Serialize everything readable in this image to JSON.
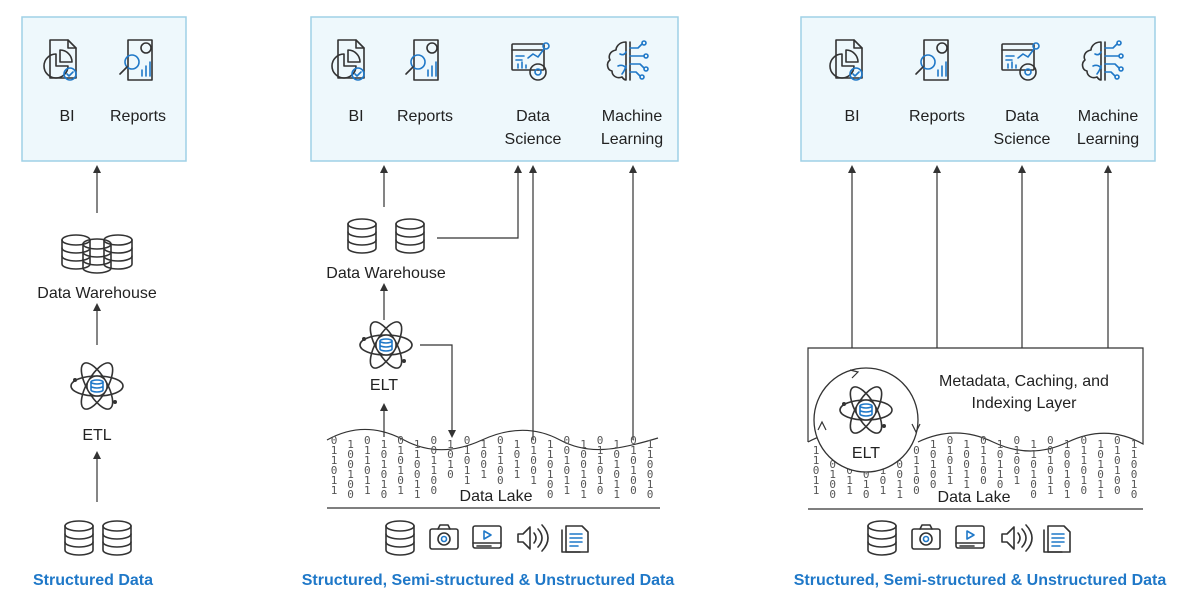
{
  "colors": {
    "accent": "#1f78c8",
    "panel_fill": "#eef8fc",
    "panel_border": "#9fd1e6",
    "ink": "#333333"
  },
  "panel1": {
    "consumers": [
      "BI",
      "Reports"
    ],
    "warehouse": "Data Warehouse",
    "process": "ETL",
    "caption": "Structured Data",
    "source_icons": [
      "database-icon",
      "database-icon"
    ]
  },
  "panel2": {
    "consumers": [
      "BI",
      "Reports",
      "Data",
      "Science",
      "Machine",
      "Learning"
    ],
    "warehouse": "Data Warehouse",
    "process": "ELT",
    "lake": "Data Lake",
    "caption": "Structured, Semi-structured & Unstructured Data",
    "source_icons": [
      "database-icon",
      "camera-icon",
      "video-icon",
      "audio-icon",
      "document-icon"
    ]
  },
  "panel3": {
    "consumers": [
      "BI",
      "Reports",
      "Data",
      "Science",
      "Machine",
      "Learning"
    ],
    "layer_line1": "Metadata, Caching, and",
    "layer_line2": "Indexing Layer",
    "process": "ELT",
    "lake": "Data Lake",
    "caption": "Structured, Semi-structured & Unstructured Data",
    "source_icons": [
      "database-icon",
      "camera-icon",
      "video-icon",
      "audio-icon",
      "document-icon"
    ]
  },
  "binary_columns": [
    "0110110",
    "1001001",
    "0110110",
    "1010101",
    "0101010",
    "1100110",
    "0011001",
    "1010011",
    "0101100",
    "1001101",
    "0110010",
    "1011010",
    "0100101",
    "1101001",
    "0010110",
    "1001011",
    "0110100",
    "1010110",
    "0101001",
    "1100101"
  ]
}
